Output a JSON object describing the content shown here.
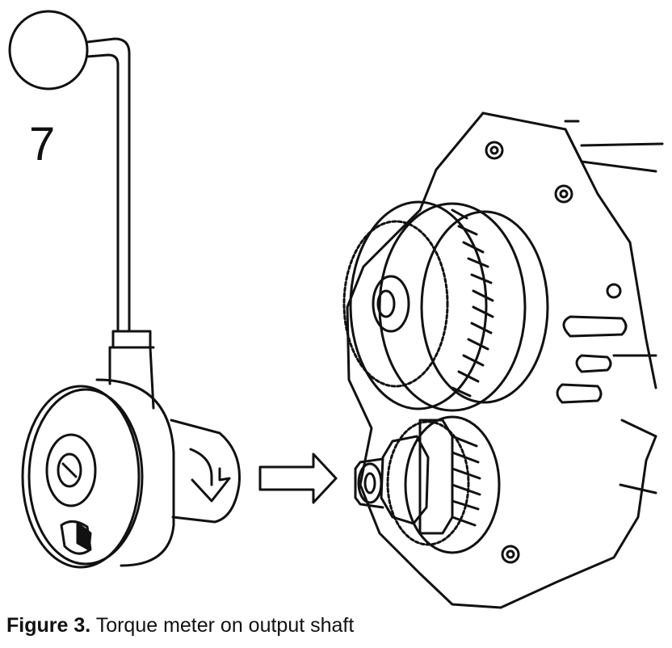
{
  "figure": {
    "callout_number": "7",
    "caption_label": "Figure 3.",
    "caption_text": "Torque meter on output shaft"
  },
  "icons": [
    "torque-meter-icon",
    "direction-arrow-icon",
    "gearbox-icon"
  ]
}
